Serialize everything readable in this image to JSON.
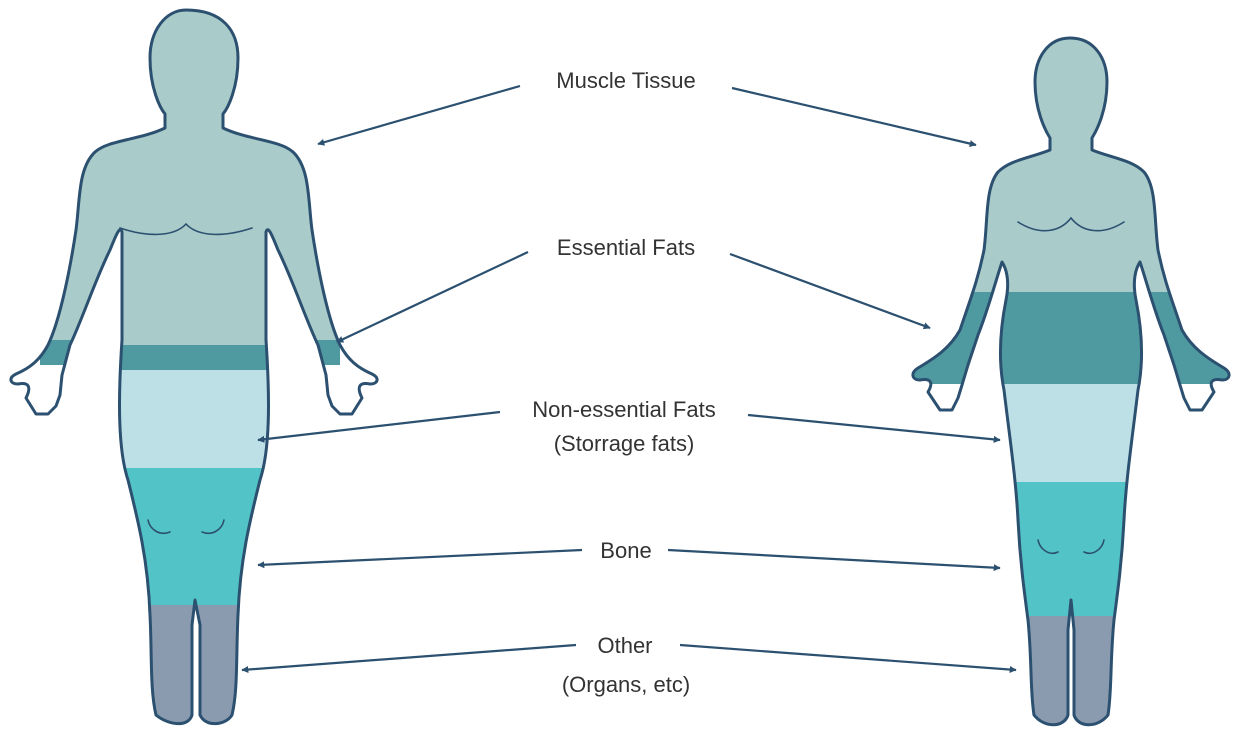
{
  "labels": {
    "muscle": "Muscle Tissue",
    "essential": "Essential Fats",
    "nonessential_line1": "Non-essential Fats",
    "nonessential_line2": "(Storrage fats)",
    "bone": "Bone",
    "other_line1": "Other",
    "other_line2": "(Organs, etc)"
  },
  "colors": {
    "muscle": "#a9cbca",
    "essential": "#4f9aa0",
    "nonessential": "#bde0e6",
    "bone": "#52c3c7",
    "other": "#8a9bb0",
    "outline": "#2c5070",
    "arrow": "#2c5070"
  }
}
